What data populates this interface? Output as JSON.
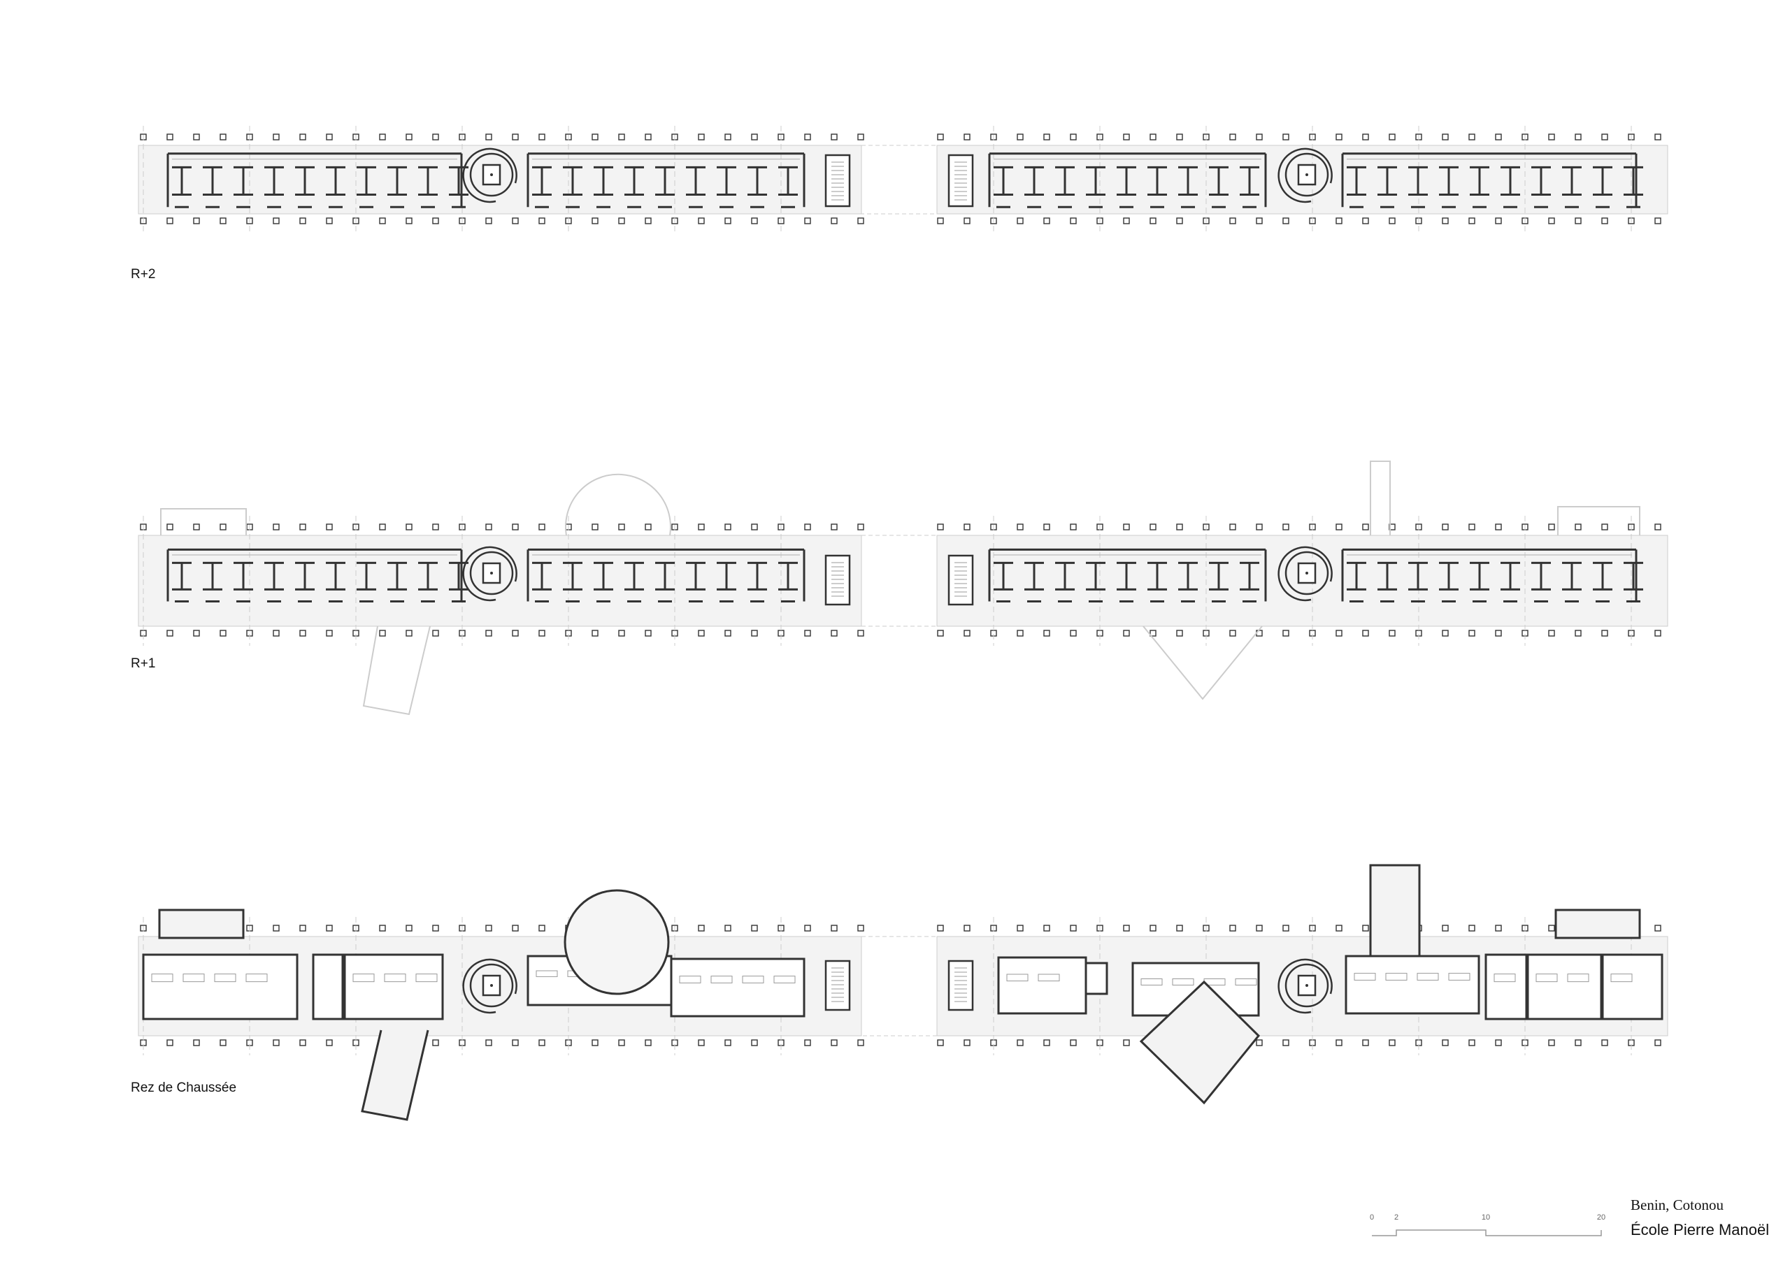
{
  "floors": [
    {
      "label": "R+2"
    },
    {
      "label": "R+1"
    },
    {
      "label": "Rez de Chaussée"
    }
  ],
  "caption": {
    "location": "Benin, Cotonou",
    "title": "École Pierre Manoël"
  },
  "scale_bar": {
    "ticks": [
      "0",
      "2",
      "10",
      "20"
    ]
  }
}
